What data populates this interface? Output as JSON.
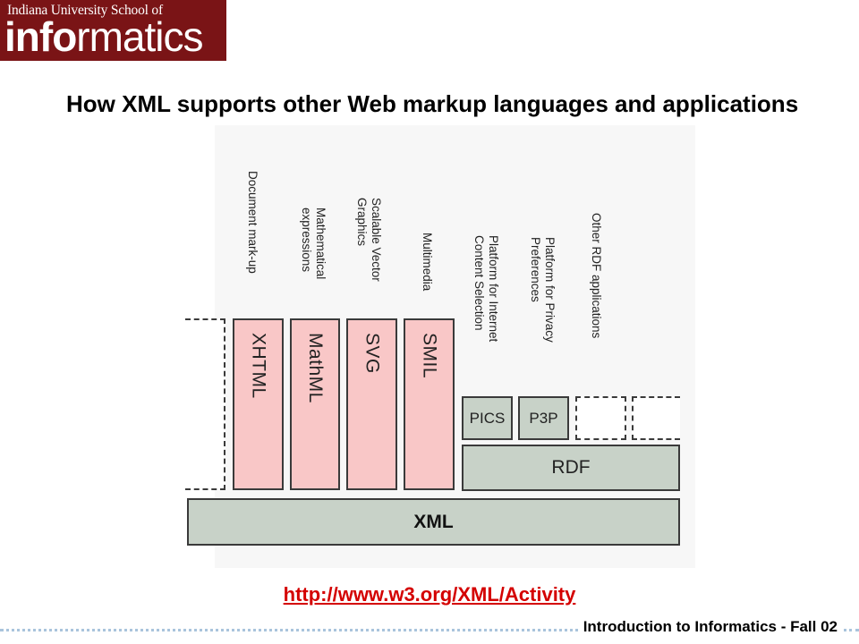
{
  "logo": {
    "line1": "Indiana University School of",
    "bold_part": "info",
    "rest_part": "rmatics"
  },
  "slide": {
    "title": "How XML supports other Web markup languages and applications",
    "link": "http://www.w3.org/XML/Activity",
    "footer": "Introduction to Informatics - Fall 02"
  },
  "diagram": {
    "labels": {
      "document_markup": "Document mark-up",
      "mathematical": "Mathematical\nexpressions",
      "svg_desc": "Scalable Vector\nGraphics",
      "multimedia": "Multimedia",
      "pics_desc": "Platform for Internet\nContent Selection",
      "p3p_desc": "Platform for Privacy\nPreferences",
      "other_rdf": "Other RDF applications"
    },
    "boxes": {
      "xhtml": "XHTML",
      "mathml": "MathML",
      "svg": "SVG",
      "smil": "SMIL",
      "pics": "PICS",
      "p3p": "P3P",
      "rdf": "RDF",
      "xml": "XML"
    },
    "colors": {
      "markup_box": "#f9c7c7",
      "base_box": "#c8d2c8"
    }
  }
}
